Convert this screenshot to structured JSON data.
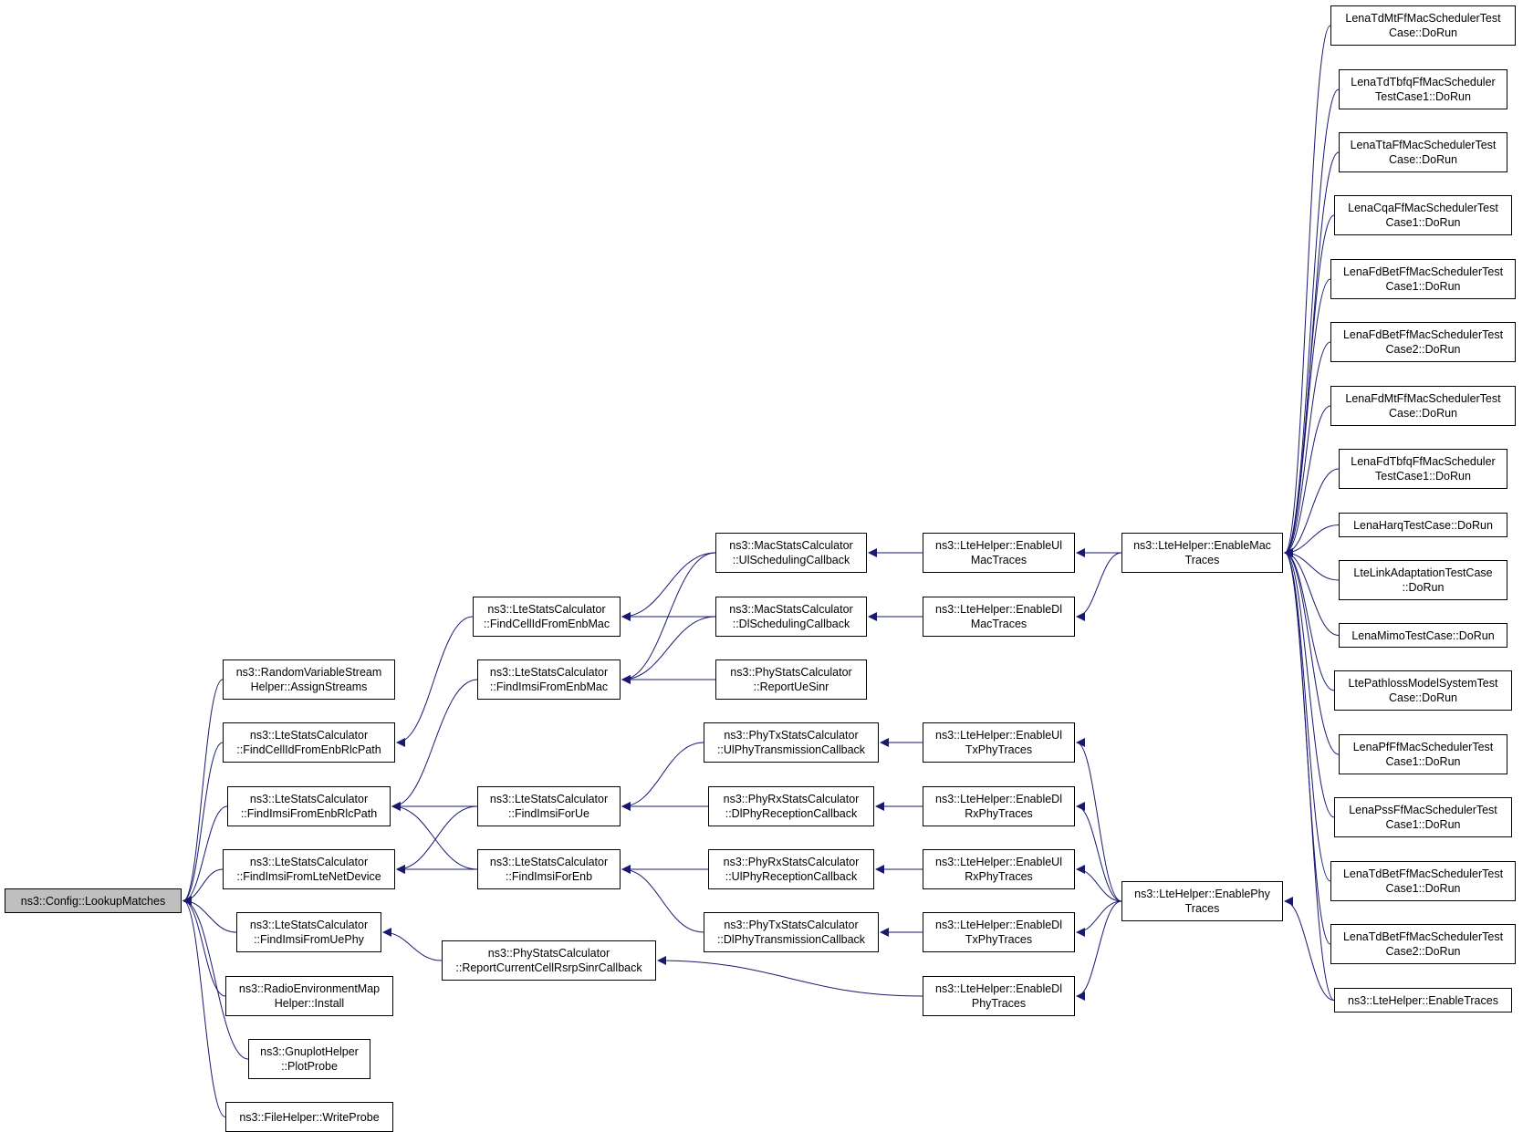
{
  "colors": {
    "edge": "#191970",
    "node_border": "#000000",
    "root_fill": "#bfbfbf",
    "node_fill": "#ffffff"
  },
  "nodes": [
    {
      "id": "root",
      "lines": [
        "ns3::Config::LookupMatches"
      ]
    },
    {
      "id": "rvs",
      "lines": [
        "ns3::RandomVariableStream",
        "Helper::AssignStreams"
      ]
    },
    {
      "id": "fcr",
      "lines": [
        "ns3::LteStatsCalculator",
        "::FindCellIdFromEnbRlcPath"
      ]
    },
    {
      "id": "fir",
      "lines": [
        "ns3::LteStatsCalculator",
        "::FindImsiFromEnbRlcPath"
      ]
    },
    {
      "id": "fil",
      "lines": [
        "ns3::LteStatsCalculator",
        "::FindImsiFromLteNetDevice"
      ]
    },
    {
      "id": "fiu",
      "lines": [
        "ns3::LteStatsCalculator",
        "::FindImsiFromUePhy"
      ]
    },
    {
      "id": "rem",
      "lines": [
        "ns3::RadioEnvironmentMap",
        "Helper::Install"
      ]
    },
    {
      "id": "gp",
      "lines": [
        "ns3::GnuplotHelper",
        "::PlotProbe"
      ]
    },
    {
      "id": "fh",
      "lines": [
        "ns3::FileHelper::WriteProbe"
      ]
    },
    {
      "id": "fcm",
      "lines": [
        "ns3::LteStatsCalculator",
        "::FindCellIdFromEnbMac"
      ]
    },
    {
      "id": "fim",
      "lines": [
        "ns3::LteStatsCalculator",
        "::FindImsiFromEnbMac"
      ]
    },
    {
      "id": "fiue",
      "lines": [
        "ns3::LteStatsCalculator",
        "::FindImsiForUe"
      ]
    },
    {
      "id": "fie",
      "lines": [
        "ns3::LteStatsCalculator",
        "::FindImsiForEnb"
      ]
    },
    {
      "id": "rcc",
      "lines": [
        "ns3::PhyStatsCalculator",
        "::ReportCurrentCellRsrpSinrCallback"
      ]
    },
    {
      "id": "mul",
      "lines": [
        "ns3::MacStatsCalculator",
        "::UlSchedulingCallback"
      ]
    },
    {
      "id": "mdl",
      "lines": [
        "ns3::MacStatsCalculator",
        "::DlSchedulingCallback"
      ]
    },
    {
      "id": "rus",
      "lines": [
        "ns3::PhyStatsCalculator",
        "::ReportUeSinr"
      ]
    },
    {
      "id": "ptu",
      "lines": [
        "ns3::PhyTxStatsCalculator",
        "::UlPhyTransmissionCallback"
      ]
    },
    {
      "id": "prd",
      "lines": [
        "ns3::PhyRxStatsCalculator",
        "::DlPhyReceptionCallback"
      ]
    },
    {
      "id": "pru",
      "lines": [
        "ns3::PhyRxStatsCalculator",
        "::UlPhyReceptionCallback"
      ]
    },
    {
      "id": "ptd",
      "lines": [
        "ns3::PhyTxStatsCalculator",
        "::DlPhyTransmissionCallback"
      ]
    },
    {
      "id": "eum",
      "lines": [
        "ns3::LteHelper::EnableUl",
        "MacTraces"
      ]
    },
    {
      "id": "edm",
      "lines": [
        "ns3::LteHelper::EnableDl",
        "MacTraces"
      ]
    },
    {
      "id": "eut",
      "lines": [
        "ns3::LteHelper::EnableUl",
        "TxPhyTraces"
      ]
    },
    {
      "id": "edr",
      "lines": [
        "ns3::LteHelper::EnableDl",
        "RxPhyTraces"
      ]
    },
    {
      "id": "eur",
      "lines": [
        "ns3::LteHelper::EnableUl",
        "RxPhyTraces"
      ]
    },
    {
      "id": "edt",
      "lines": [
        "ns3::LteHelper::EnableDl",
        "TxPhyTraces"
      ]
    },
    {
      "id": "edp",
      "lines": [
        "ns3::LteHelper::EnableDl",
        "PhyTraces"
      ]
    },
    {
      "id": "emac",
      "lines": [
        "ns3::LteHelper::EnableMac",
        "Traces"
      ]
    },
    {
      "id": "ephy",
      "lines": [
        "ns3::LteHelper::EnablePhy",
        "Traces"
      ]
    },
    {
      "id": "t1",
      "lines": [
        "LenaTdMtFfMacSchedulerTest",
        "Case::DoRun"
      ]
    },
    {
      "id": "t2",
      "lines": [
        "LenaTdTbfqFfMacScheduler",
        "TestCase1::DoRun"
      ]
    },
    {
      "id": "t3",
      "lines": [
        "LenaTtaFfMacSchedulerTest",
        "Case::DoRun"
      ]
    },
    {
      "id": "t4",
      "lines": [
        "LenaCqaFfMacSchedulerTest",
        "Case1::DoRun"
      ]
    },
    {
      "id": "t5",
      "lines": [
        "LenaFdBetFfMacSchedulerTest",
        "Case1::DoRun"
      ]
    },
    {
      "id": "t6",
      "lines": [
        "LenaFdBetFfMacSchedulerTest",
        "Case2::DoRun"
      ]
    },
    {
      "id": "t7",
      "lines": [
        "LenaFdMtFfMacSchedulerTest",
        "Case::DoRun"
      ]
    },
    {
      "id": "t8",
      "lines": [
        "LenaFdTbfqFfMacScheduler",
        "TestCase1::DoRun"
      ]
    },
    {
      "id": "t9",
      "lines": [
        "LenaHarqTestCase::DoRun"
      ]
    },
    {
      "id": "t10",
      "lines": [
        "LteLinkAdaptationTestCase",
        "::DoRun"
      ]
    },
    {
      "id": "t11",
      "lines": [
        "LenaMimoTestCase::DoRun"
      ]
    },
    {
      "id": "t12",
      "lines": [
        "LtePathlossModelSystemTest",
        "Case::DoRun"
      ]
    },
    {
      "id": "t13",
      "lines": [
        "LenaPfFfMacSchedulerTest",
        "Case1::DoRun"
      ]
    },
    {
      "id": "t14",
      "lines": [
        "LenaPssFfMacSchedulerTest",
        "Case1::DoRun"
      ]
    },
    {
      "id": "t15",
      "lines": [
        "LenaTdBetFfMacSchedulerTest",
        "Case1::DoRun"
      ]
    },
    {
      "id": "t16",
      "lines": [
        "LenaTdBetFfMacSchedulerTest",
        "Case2::DoRun"
      ]
    },
    {
      "id": "t17",
      "lines": [
        "ns3::LteHelper::EnableTraces"
      ]
    }
  ],
  "edges": [
    [
      "rvs",
      "root"
    ],
    [
      "fcr",
      "root"
    ],
    [
      "fir",
      "root"
    ],
    [
      "fil",
      "root"
    ],
    [
      "fiu",
      "root"
    ],
    [
      "rem",
      "root"
    ],
    [
      "gp",
      "root"
    ],
    [
      "fh",
      "root"
    ],
    [
      "fcm",
      "fcr"
    ],
    [
      "fim",
      "fir"
    ],
    [
      "fiue",
      "fir"
    ],
    [
      "fie",
      "fir"
    ],
    [
      "fiue",
      "fil"
    ],
    [
      "fie",
      "fil"
    ],
    [
      "rcc",
      "fiu"
    ],
    [
      "mul",
      "fcm"
    ],
    [
      "mdl",
      "fcm"
    ],
    [
      "mul",
      "fim"
    ],
    [
      "mdl",
      "fim"
    ],
    [
      "rus",
      "fim"
    ],
    [
      "ptu",
      "fiue"
    ],
    [
      "prd",
      "fiue"
    ],
    [
      "pru",
      "fie"
    ],
    [
      "ptd",
      "fie"
    ],
    [
      "edp",
      "rcc"
    ],
    [
      "eum",
      "mul"
    ],
    [
      "edm",
      "mdl"
    ],
    [
      "eut",
      "ptu"
    ],
    [
      "edr",
      "prd"
    ],
    [
      "eur",
      "pru"
    ],
    [
      "edt",
      "ptd"
    ],
    [
      "emac",
      "eum"
    ],
    [
      "emac",
      "edm"
    ],
    [
      "ephy",
      "eut"
    ],
    [
      "ephy",
      "edr"
    ],
    [
      "ephy",
      "eur"
    ],
    [
      "ephy",
      "edt"
    ],
    [
      "ephy",
      "edp"
    ],
    [
      "t1",
      "emac"
    ],
    [
      "t2",
      "emac"
    ],
    [
      "t3",
      "emac"
    ],
    [
      "t4",
      "emac"
    ],
    [
      "t5",
      "emac"
    ],
    [
      "t6",
      "emac"
    ],
    [
      "t7",
      "emac"
    ],
    [
      "t8",
      "emac"
    ],
    [
      "t9",
      "emac"
    ],
    [
      "t10",
      "emac"
    ],
    [
      "t11",
      "emac"
    ],
    [
      "t12",
      "emac"
    ],
    [
      "t13",
      "emac"
    ],
    [
      "t14",
      "emac"
    ],
    [
      "t15",
      "emac"
    ],
    [
      "t16",
      "emac"
    ],
    [
      "t17",
      "emac"
    ],
    [
      "t17",
      "ephy"
    ]
  ]
}
